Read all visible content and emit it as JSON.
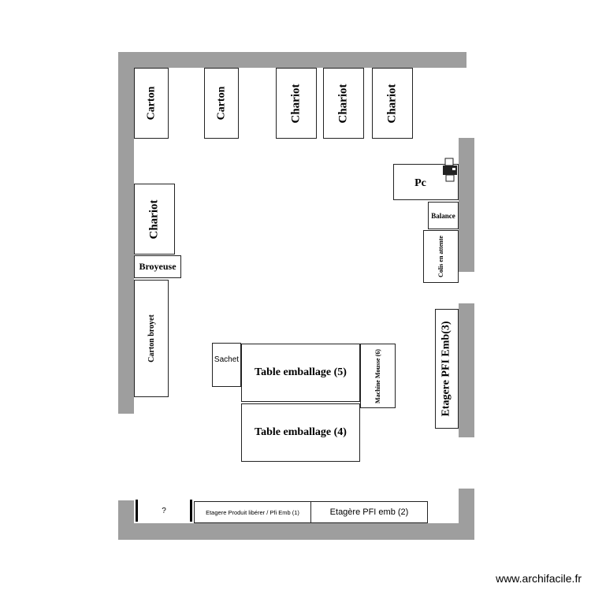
{
  "plan": {
    "cartons": [
      "Carton",
      "Carton"
    ],
    "chariots_top": [
      "Chariot",
      "Chariot",
      "Chariot"
    ],
    "chariot_left": "Chariot",
    "broyeuse": "Broyeuse",
    "carton_broyet": "Carton broyet",
    "pc": "Pc",
    "balance": "Balance",
    "colis": "Colis en attente",
    "etagere_pfi_3": "Etagere PFI Emb(3)",
    "sachet": "Sachet",
    "table_5": "Table emballage (5)",
    "machine_mousse": "Machine Mousse (6)",
    "table_4": "Table emballage (4)",
    "question": "?",
    "etagere_produit": "Etagere Produit libérer / Pfi Emb (1)",
    "etagere_pfi_2": "Etagère PFI emb (2)"
  },
  "icons": {
    "printer": "printer-icon"
  },
  "colors": {
    "wall": "#9e9e9e",
    "stroke": "#222222"
  },
  "watermark": "www.archifacile.fr"
}
